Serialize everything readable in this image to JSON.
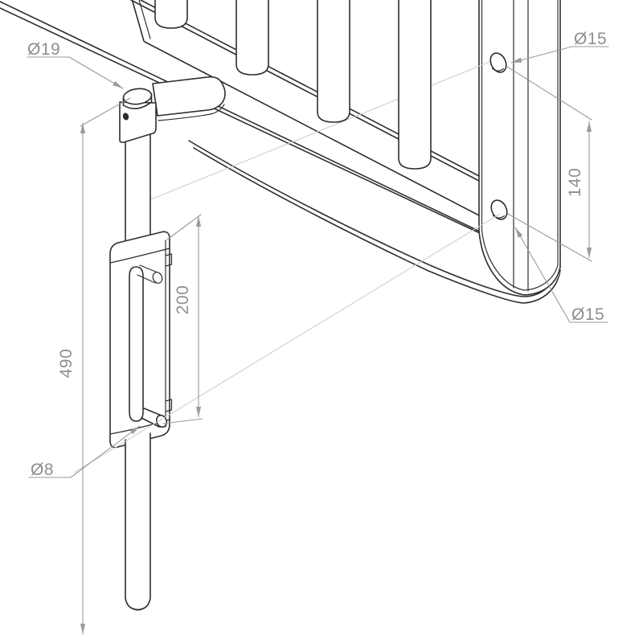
{
  "drawing": {
    "type": "isometric technical drawing",
    "subject": "gate drop bolt latch assembly",
    "annotations": {
      "rod_diameter": "Ø19",
      "rod_length": "490",
      "guide_travel": "200",
      "pin_diameter": "Ø8",
      "upper_hole_diameter": "Ø15",
      "hole_spacing": "140",
      "lower_hole_diameter": "Ø15"
    },
    "colors": {
      "background": "#ffffff",
      "geometry_line": "#2e2e2e",
      "dimension_line": "#9a9a9a",
      "projection_line": "#cfcfcf",
      "dimension_text": "#8f8f8f"
    }
  }
}
